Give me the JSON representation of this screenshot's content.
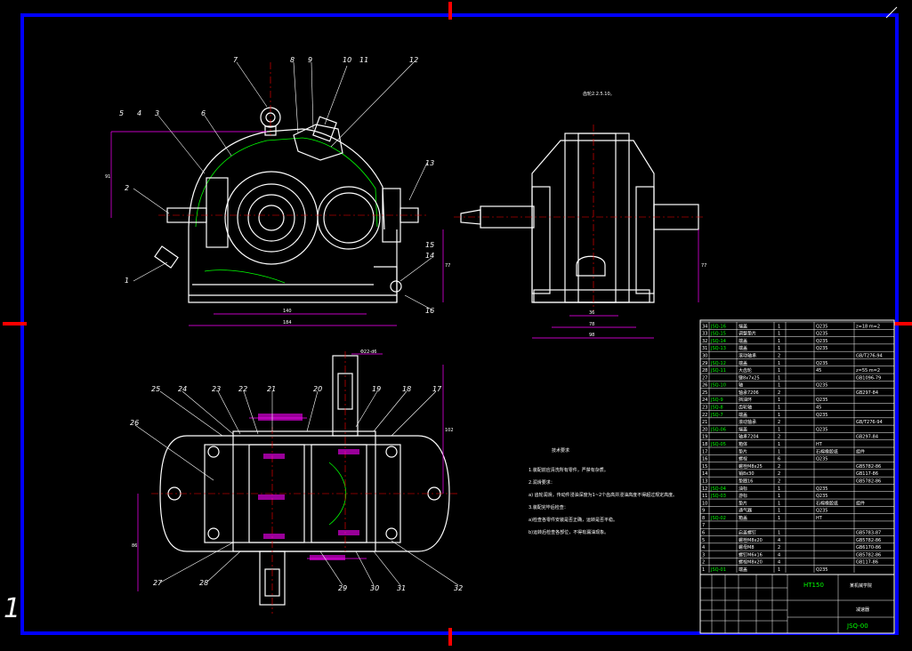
{
  "sheet_number": "1",
  "balloons": [
    "1",
    "2",
    "3",
    "4",
    "5",
    "6",
    "7",
    "8",
    "9",
    "10",
    "11",
    "12",
    "13",
    "14",
    "15",
    "16",
    "17",
    "18",
    "19",
    "20",
    "21",
    "22",
    "23",
    "24",
    "25",
    "26",
    "27",
    "28",
    "29",
    "30",
    "31",
    "32"
  ],
  "front_view_dims": {
    "width_inner": "140",
    "width_outer": "184",
    "height_left": "91",
    "height_right": "77"
  },
  "side_view_dims": {
    "inner": "36",
    "mid": "78",
    "outer": "98",
    "height": "77"
  },
  "plan_view_dims": {
    "top": "Φ22-d6",
    "height_right": "102",
    "height_left": "86"
  },
  "note_top_right": "齿轮2.2.5.10。",
  "tech_requirements": {
    "title": "技术要求",
    "lines": [
      "1.装配前应清洗所有零件，严禁有杂质。",
      "2.润滑要求：",
      "a) 齿轮润滑，传动件浸油深度为1~2个齿高并浸油高度不得超过规定高度。",
      "3.装配完毕后检查：",
      "a)检查各零件安装是否正确，运转是否平稳。",
      "b)运转后检查各部位，不得有漏油现象。"
    ]
  },
  "parts_table": {
    "rows": [
      {
        "code": "JSQ-16",
        "name": "端盖",
        "qty": "1",
        "mat": "Q235",
        "note": "z=18 m=2"
      },
      {
        "code": "JSQ-15",
        "name": "调整垫片",
        "qty": "1",
        "mat": "Q235",
        "note": ""
      },
      {
        "code": "JSQ-14",
        "name": "端盖",
        "qty": "1",
        "mat": "Q235",
        "note": ""
      },
      {
        "code": "JSQ-13",
        "name": "端盖",
        "qty": "1",
        "mat": "Q235",
        "note": ""
      },
      {
        "code": "",
        "name": "滚动轴承",
        "qty": "2",
        "mat": "",
        "note": "GB/T276-94"
      },
      {
        "code": "JSQ-12",
        "name": "端盖",
        "qty": "1",
        "mat": "Q235",
        "note": ""
      },
      {
        "code": "JSQ-11",
        "name": "大齿轮",
        "qty": "1",
        "mat": "45",
        "note": "z=55 m=2"
      },
      {
        "code": "",
        "name": "键8x7x25",
        "qty": "1",
        "mat": "",
        "note": "GB1096-79"
      },
      {
        "code": "JSQ-10",
        "name": "轴",
        "qty": "1",
        "mat": "Q235",
        "note": ""
      },
      {
        "code": "",
        "name": "轴承7206",
        "qty": "2",
        "mat": "",
        "note": "GB297-84"
      },
      {
        "code": "JSQ-9",
        "name": "挡油环",
        "qty": "1",
        "mat": "Q235",
        "note": ""
      },
      {
        "code": "JSQ-8",
        "name": "齿轮轴",
        "qty": "1",
        "mat": "45",
        "note": ""
      },
      {
        "code": "JSQ-7",
        "name": "端盖",
        "qty": "1",
        "mat": "Q235",
        "note": ""
      },
      {
        "code": "",
        "name": "滚动轴承",
        "qty": "2",
        "mat": "",
        "note": "GB/T276-94"
      },
      {
        "code": "JSQ-06",
        "name": "端盖",
        "qty": "1",
        "mat": "Q235",
        "note": ""
      },
      {
        "code": "",
        "name": "轴承7204",
        "qty": "2",
        "mat": "",
        "note": "GB297-84"
      },
      {
        "code": "JSQ-05",
        "name": "箱体",
        "qty": "1",
        "mat": "HT",
        "note": ""
      },
      {
        "code": "",
        "name": "垫片",
        "qty": "1",
        "mat": "石棉橡胶纸",
        "note": "组件"
      },
      {
        "code": "",
        "name": "螺栓",
        "qty": "6",
        "mat": "Q235",
        "note": ""
      },
      {
        "code": "",
        "name": "螺栓M8x25",
        "qty": "2",
        "mat": "",
        "note": "GB5782-86"
      },
      {
        "code": "",
        "name": "销8x30",
        "qty": "2",
        "mat": "",
        "note": "GB117-86"
      },
      {
        "code": "",
        "name": "垫圈16",
        "qty": "2",
        "mat": "",
        "note": "GB5782-86"
      },
      {
        "code": "JSQ-04",
        "name": "油标",
        "qty": "1",
        "mat": "Q235",
        "note": ""
      },
      {
        "code": "JSQ-03",
        "name": "游标",
        "qty": "1",
        "mat": "Q235",
        "note": ""
      },
      {
        "code": "",
        "name": "垫片",
        "qty": "1",
        "mat": "石棉橡胶纸",
        "note": "组件"
      },
      {
        "code": "",
        "name": "通气器",
        "qty": "1",
        "mat": "Q235",
        "note": ""
      },
      {
        "code": "JSQ-02",
        "name": "箱盖",
        "qty": "1",
        "mat": "HT",
        "note": ""
      },
      {
        "code": "",
        "name": "",
        "qty": "",
        "mat": "",
        "note": ""
      },
      {
        "code": "",
        "name": "启盖螺钉",
        "qty": "1",
        "mat": "",
        "note": "GB5783-87"
      },
      {
        "code": "",
        "name": "螺栓M8x20",
        "qty": "4",
        "mat": "",
        "note": "GB5782-86"
      },
      {
        "code": "",
        "name": "螺母M8",
        "qty": "2",
        "mat": "",
        "note": "GB6170-86"
      },
      {
        "code": "",
        "name": "螺钉M6x16",
        "qty": "4",
        "mat": "",
        "note": "GB5782-86"
      },
      {
        "code": "",
        "name": "螺栓M8x20",
        "qty": "4",
        "mat": "",
        "note": "GB117-86"
      },
      {
        "code": "JSQ-01",
        "name": "端盖",
        "qty": "1",
        "mat": "Q235",
        "note": ""
      }
    ]
  },
  "title_block": {
    "material": "HT150",
    "school": "某机械学院",
    "drawing_name": "减速器",
    "drawing_code": "JSQ-00"
  },
  "colors": {
    "background": "#000000",
    "border": "#0000ff",
    "lines": "#ffffff",
    "dimensions": "#ff00ff",
    "center_marks": "#ff0000",
    "green_text": "#00ff00",
    "yellow_lines": "#ffff00"
  }
}
